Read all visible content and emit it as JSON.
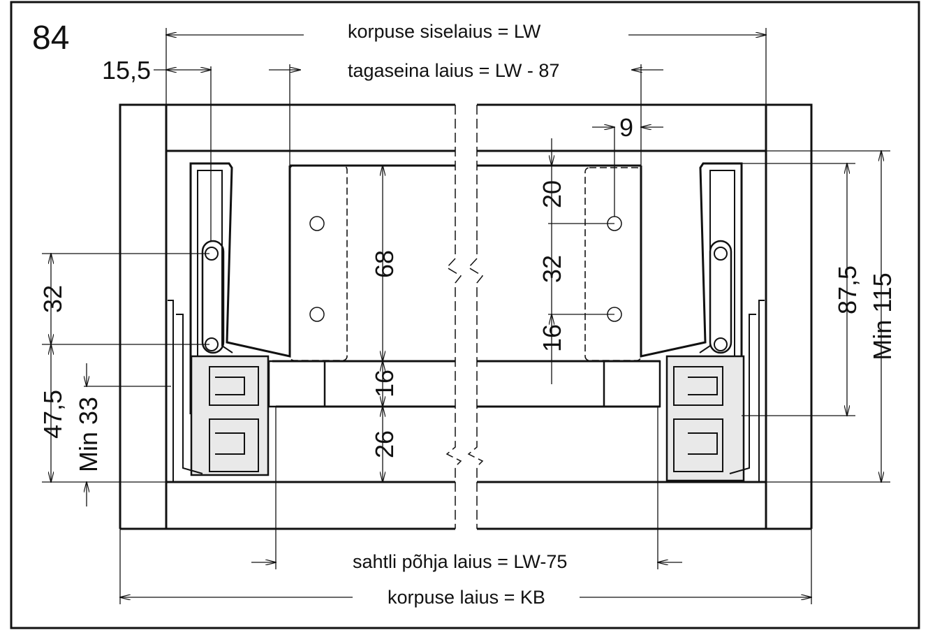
{
  "figure": {
    "number": "84",
    "colors": {
      "stroke": "#111111",
      "background": "#ffffff",
      "fill_grey": "#e9e9e9"
    }
  },
  "labels": {
    "cabinet_inner_width": "korpuse siselaius = LW",
    "back_panel_width": "tagaseina laius = LW - 87",
    "drawer_bottom_width": "sahtli põhja laius = LW-75",
    "cabinet_width": "korpuse laius = KB"
  },
  "dimensions": {
    "offset_15_5": "15,5",
    "offset_9": "9",
    "height_68": "68",
    "height_16_center": "16",
    "height_26": "26",
    "height_20": "20",
    "height_32_right": "32",
    "height_16_right": "16",
    "height_87_5": "87,5",
    "height_min_115": "Min 115",
    "height_32_left": "32",
    "height_47_5": "47,5",
    "height_min_33": "Min 33"
  }
}
